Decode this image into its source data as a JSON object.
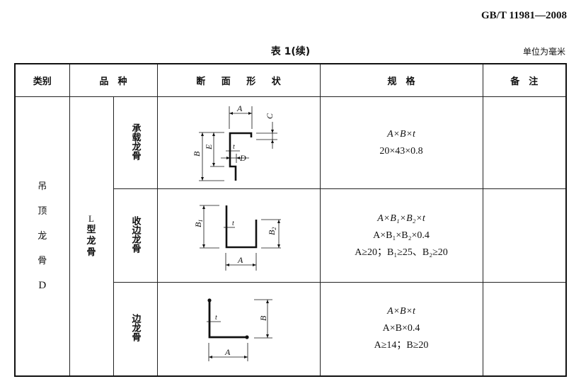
{
  "header": {
    "standard_code": "GB/T 11981—2008",
    "table_title": "表 1(续)",
    "unit_note": "单位为毫米"
  },
  "table": {
    "columns": {
      "category": "类别",
      "variety": "品　种",
      "section_shape": "断 面 形 状",
      "specification": "规　格",
      "remarks": "备　注"
    },
    "category": {
      "chars": [
        "吊",
        "顶",
        "龙",
        "骨",
        "D"
      ]
    },
    "variety_group": {
      "chars": [
        "L",
        "型",
        "龙",
        "骨"
      ]
    },
    "rows": [
      {
        "sub_variety": "承载龙骨",
        "diagram": "z-section-icon",
        "diagram_labels": {
          "A": "A",
          "B": "B",
          "C": "C",
          "D": "D",
          "E": "E",
          "t": "t"
        },
        "spec_lines": [
          "A×B×t",
          "20×43×0.8"
        ],
        "remarks": ""
      },
      {
        "sub_variety": "收边龙骨",
        "diagram": "u-section-icon",
        "diagram_labels": {
          "A": "A",
          "B1": "B₁",
          "B2": "B₂",
          "t": "t"
        },
        "spec_lines": [
          "A×B₁×B₂×t",
          "A×B₁×B₂×0.4",
          "A≥20；B₁≥25、B₂≥20"
        ],
        "remarks": ""
      },
      {
        "sub_variety": "边龙骨",
        "diagram": "l-section-icon",
        "diagram_labels": {
          "A": "A",
          "B": "B",
          "t": "t"
        },
        "spec_lines": [
          "A×B×t",
          "A×B×0.4",
          "A≥14；B≥20"
        ],
        "remarks": ""
      }
    ]
  }
}
